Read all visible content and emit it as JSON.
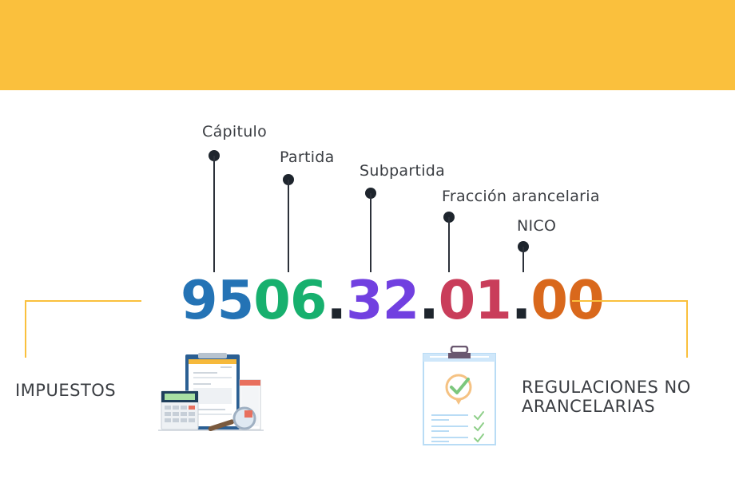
{
  "header": {
    "banner_color": "#FAC03D"
  },
  "pins": [
    {
      "label": "Cápitulo"
    },
    {
      "label": "Partida"
    },
    {
      "label": "Subpartida"
    },
    {
      "label": "Fracción arancelaria"
    },
    {
      "label": "NICO"
    }
  ],
  "code": {
    "segments": [
      {
        "text": "95",
        "color": "#2473B5"
      },
      {
        "text": "06",
        "color": "#17B06E"
      },
      {
        "text": ".",
        "color": "#1e252d"
      },
      {
        "text": "32",
        "color": "#7140E0"
      },
      {
        "text": ".",
        "color": "#1e252d"
      },
      {
        "text": "01",
        "color": "#C93D5A"
      },
      {
        "text": ".",
        "color": "#1e252d"
      },
      {
        "text": "00",
        "color": "#D9681C"
      }
    ]
  },
  "left": {
    "label": "IMPUESTOS",
    "icon": "tax-documents-calculator-icon"
  },
  "right": {
    "label_line1": "REGULACIONES NO",
    "label_line2": "ARANCELARIAS",
    "icon": "checklist-clipboard-icon"
  }
}
